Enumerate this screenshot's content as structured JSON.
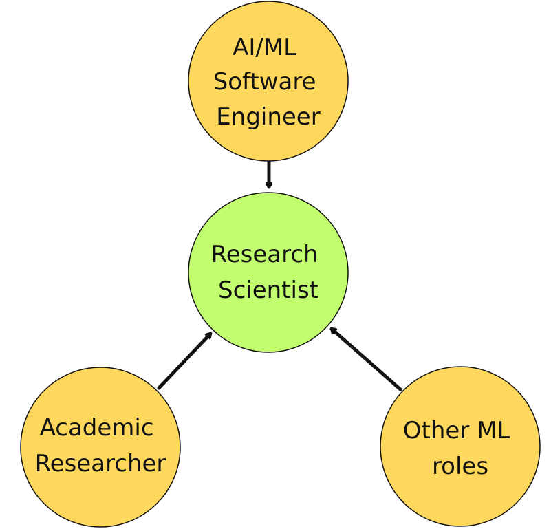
{
  "colors": {
    "yellow_node": "#FDD85C",
    "green_node": "#C2FD6F",
    "stroke": "#111111"
  },
  "nodes": {
    "ai_ml_engineer": {
      "lines": [
        "AI/ML",
        "Software",
        "Engineer"
      ]
    },
    "research_scientist": {
      "lines": [
        "Research",
        "Scientist"
      ]
    },
    "academic_researcher": {
      "lines": [
        "Academic",
        "Researcher"
      ]
    },
    "other_ml_roles": {
      "lines": [
        "Other ML",
        "roles"
      ]
    }
  },
  "edges": [
    {
      "from": "ai_ml_engineer",
      "to": "research_scientist"
    },
    {
      "from": "academic_researcher",
      "to": "research_scientist"
    },
    {
      "from": "other_ml_roles",
      "to": "research_scientist"
    }
  ]
}
